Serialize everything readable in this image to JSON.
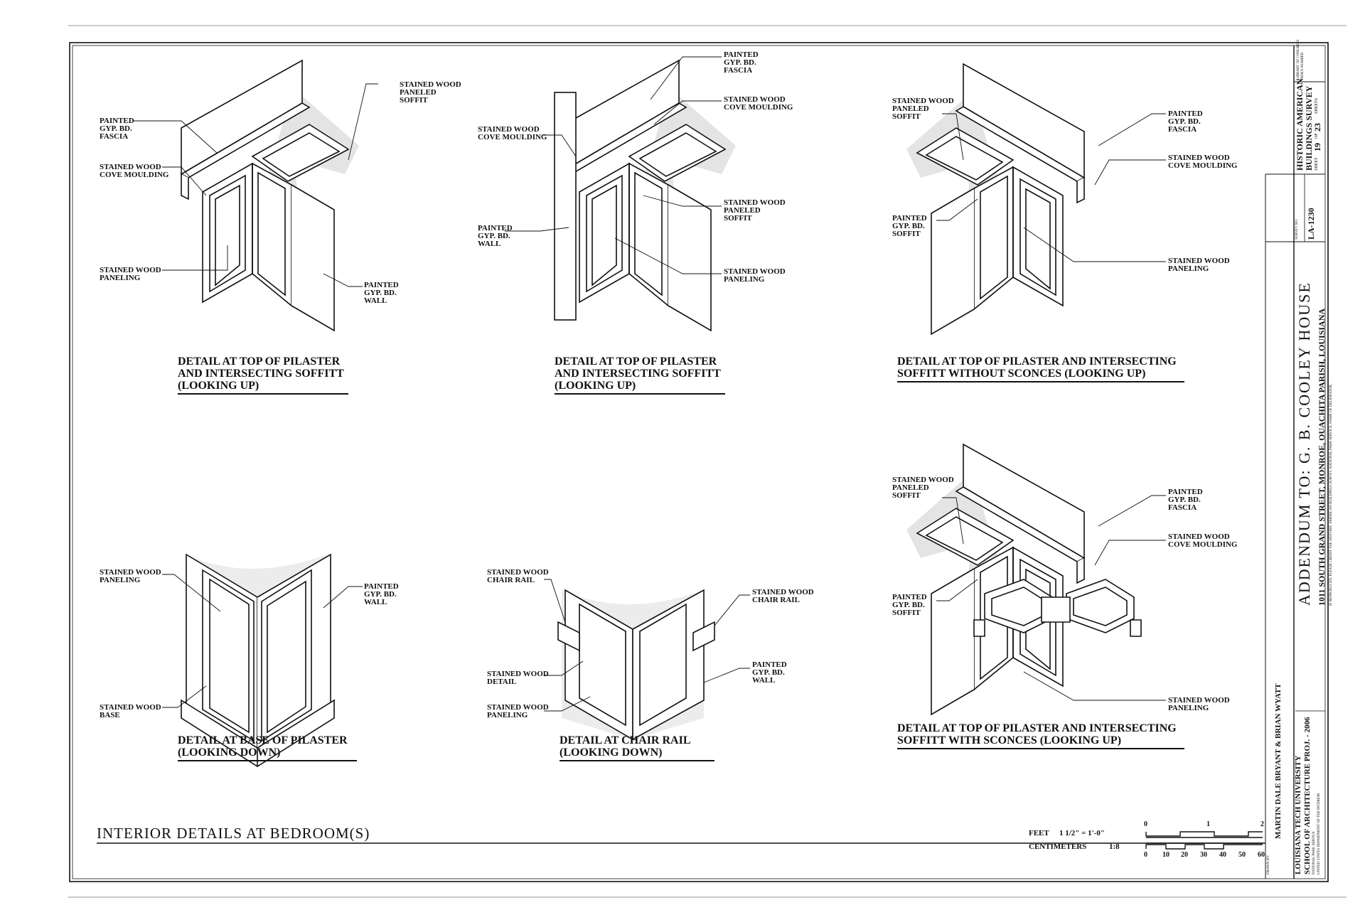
{
  "details": [
    {
      "caption": "DETAIL AT TOP OF PILASTER\nAND INTERSECTING SOFFITT\n(LOOKING UP)",
      "labels": [
        "PAINTED\nGYP. BD.\nFASCIA",
        "STAINED WOOD\nCOVE MOULDING",
        "STAINED WOOD\nPANELED\nSOFFIT",
        "STAINED WOOD\nPANELING",
        "PAINTED\nGYP. BD.\nWALL"
      ]
    },
    {
      "caption": "DETAIL AT TOP OF PILASTER\nAND INTERSECTING SOFFITT\n(LOOKING UP)",
      "labels": [
        "PAINTED\nGYP. BD.\nFASCIA",
        "STAINED WOOD\nCOVE MOULDING",
        "STAINED WOOD\nCOVE MOULDING",
        "STAINED WOOD\nPANELED\nSOFFIT",
        "PAINTED\nGYP. BD.\nWALL",
        "STAINED WOOD\nPANELING"
      ]
    },
    {
      "caption": "DETAIL AT TOP OF PILASTER AND INTERSECTING\nSOFFITT WITHOUT SCONCES (LOOKING UP)",
      "labels": [
        "STAINED WOOD\nPANELED\nSOFFIT",
        "PAINTED\nGYP. BD.\nFASCIA",
        "STAINED WOOD\nCOVE MOULDING",
        "PAINTED\nGYP. BD.\nSOFFIT",
        "STAINED WOOD\nPANELING"
      ]
    },
    {
      "caption": "DETAIL AT BASE OF PILASTER\n(LOOKING DOWN)",
      "labels": [
        "STAINED WOOD\nPANELING",
        "PAINTED\nGYP. BD.\nWALL",
        "STAINED WOOD\nBASE"
      ]
    },
    {
      "caption": "DETAIL AT CHAIR RAIL\n(LOOKING DOWN)",
      "labels": [
        "STAINED WOOD\nCHAIR RAIL",
        "STAINED WOOD\nCHAIR RAIL",
        "PAINTED\nGYP. BD.\nWALL",
        "STAINED WOOD\nDETAIL",
        "STAINED WOOD\nPANELING"
      ]
    },
    {
      "caption": "DETAIL AT TOP OF PILASTER AND INTERSECTING\nSOFFITT WITH SCONCES (LOOKING UP)",
      "labels": [
        "STAINED WOOD\nPANELED\nSOFFIT",
        "PAINTED\nGYP. BD.\nFASCIA",
        "STAINED WOOD\nCOVE MOULDING",
        "PAINTED\nGYP. BD.\nSOFFIT",
        "STAINED WOOD\nPANELING"
      ]
    }
  ],
  "sheet_title": "INTERIOR DETAILS AT BEDROOM(S)",
  "title_block": {
    "project_title": "ADDENDUM TO: G. B. COOLEY HOUSE",
    "address": "1011 SOUTH GRAND STREET,   MONROE,   OUACHITA PARISH,   LOUISIANA",
    "credit_note": "IF REPRODUCED, PLEASE CREDIT THE HISTORIC AMERICAN BUILDINGS SURVEY, NATIONAL PARK SERVICE, NAME OF DELINEATOR,",
    "agency": "HISTORIC AMERICAN\nBUILDINGS SURVEY",
    "survey_no_label": "SURVEY NO.",
    "survey_no": "LA-1230",
    "sheet_label": "SHEET",
    "sheet_no": "19",
    "sheet_of": "OF",
    "sheet_total": "23",
    "sheets_label": "SHEETS",
    "library_note": "LIBRARY OF CONGRESS\nINDEX NUMBER",
    "drawn_by_label": "DRAWN BY:",
    "drawn_by": "MARTIN DALE BRYANT & BRIAN WYATT",
    "university": "LOUISIANA TECH UNIVERSITY",
    "school": "SCHOOL OF ARCHITECTURE PROJ. - 2006",
    "nps": "NATIONAL PARK SERVICE",
    "interior": "UNITED STATES DEPARTMENT OF THE INTERIOR"
  },
  "scale": {
    "feet_label": "FEET",
    "feet_ratio": "1 1/2\" = 1'-0\"",
    "cm_label": "CENTIMETERS",
    "cm_ratio": "1:8",
    "feet_ticks": [
      "0",
      "1",
      "2"
    ],
    "cm_ticks": [
      "0",
      "10",
      "20",
      "30",
      "40",
      "50",
      "60"
    ]
  }
}
